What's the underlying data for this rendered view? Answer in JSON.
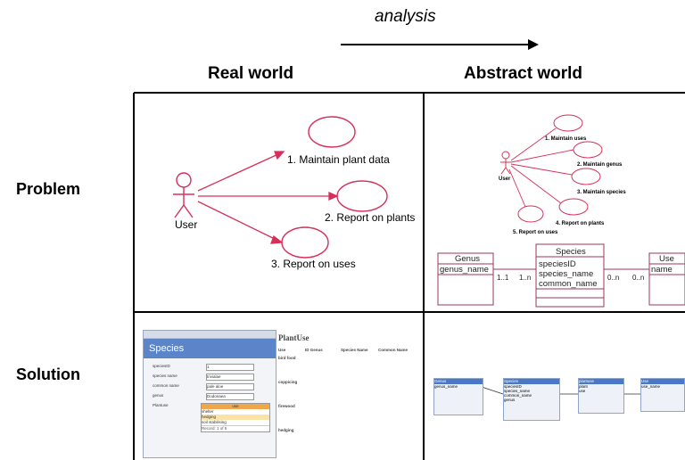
{
  "header": {
    "arrow_label": "analysis",
    "col_real": "Real world",
    "col_abstract": "Abstract world"
  },
  "rows": {
    "problem": "Problem",
    "solution": "Solution"
  },
  "real_usecase": {
    "actor": "User",
    "cases": [
      "1. Maintain plant data",
      "2. Report on plants",
      "3. Report on uses"
    ]
  },
  "abstract_usecase": {
    "actor": "User",
    "cases": [
      "1. Maintain uses",
      "2. Maintain genus",
      "3. Maintain species",
      "4. Report on plants",
      "5. Report on uses"
    ]
  },
  "class_diagram": {
    "genus": {
      "name": "Genus",
      "attrs": [
        "genus_name"
      ]
    },
    "species": {
      "name": "Species",
      "attrs": [
        "speciesID",
        "species_name",
        "common_name"
      ]
    },
    "use": {
      "name": "Use",
      "attrs": [
        "name"
      ]
    },
    "mult": {
      "genus_side": "1..1",
      "species_left": "1..n",
      "species_right": "0..n",
      "use_side": "0..n"
    }
  },
  "form": {
    "title": "Species",
    "fields": [
      {
        "label": "speciesID",
        "value": "1"
      },
      {
        "label": "species name",
        "value": "trivialae"
      },
      {
        "label": "common name",
        "value": "pale aloe"
      },
      {
        "label": "genus",
        "value": "Dodonaea"
      }
    ],
    "subform_label": "Plantuse",
    "subform_header": "use",
    "subform_rows": [
      "shelter",
      "hedging",
      "soil stabilising"
    ],
    "record_nav": "Record: 1 of 5"
  },
  "report": {
    "title": "PlantUse",
    "columns": [
      "Use",
      "ID Genus",
      "Species Name",
      "Common Name"
    ],
    "groups": [
      "bird food",
      "coppicing",
      "firewood",
      "hedging"
    ]
  },
  "schema": {
    "tables": [
      {
        "name": "Genus",
        "fields": [
          "genus_name"
        ]
      },
      {
        "name": "Species",
        "fields": [
          "speciesID",
          "species_name",
          "common_name",
          "genus"
        ]
      },
      {
        "name": "plantuse",
        "fields": [
          "plant",
          "use"
        ]
      },
      {
        "name": "Use",
        "fields": [
          "use_name"
        ]
      }
    ]
  },
  "colors": {
    "usecase_line": "#d6305a",
    "class_line": "#9a3a5c",
    "access_blue": "#4a78c4"
  }
}
